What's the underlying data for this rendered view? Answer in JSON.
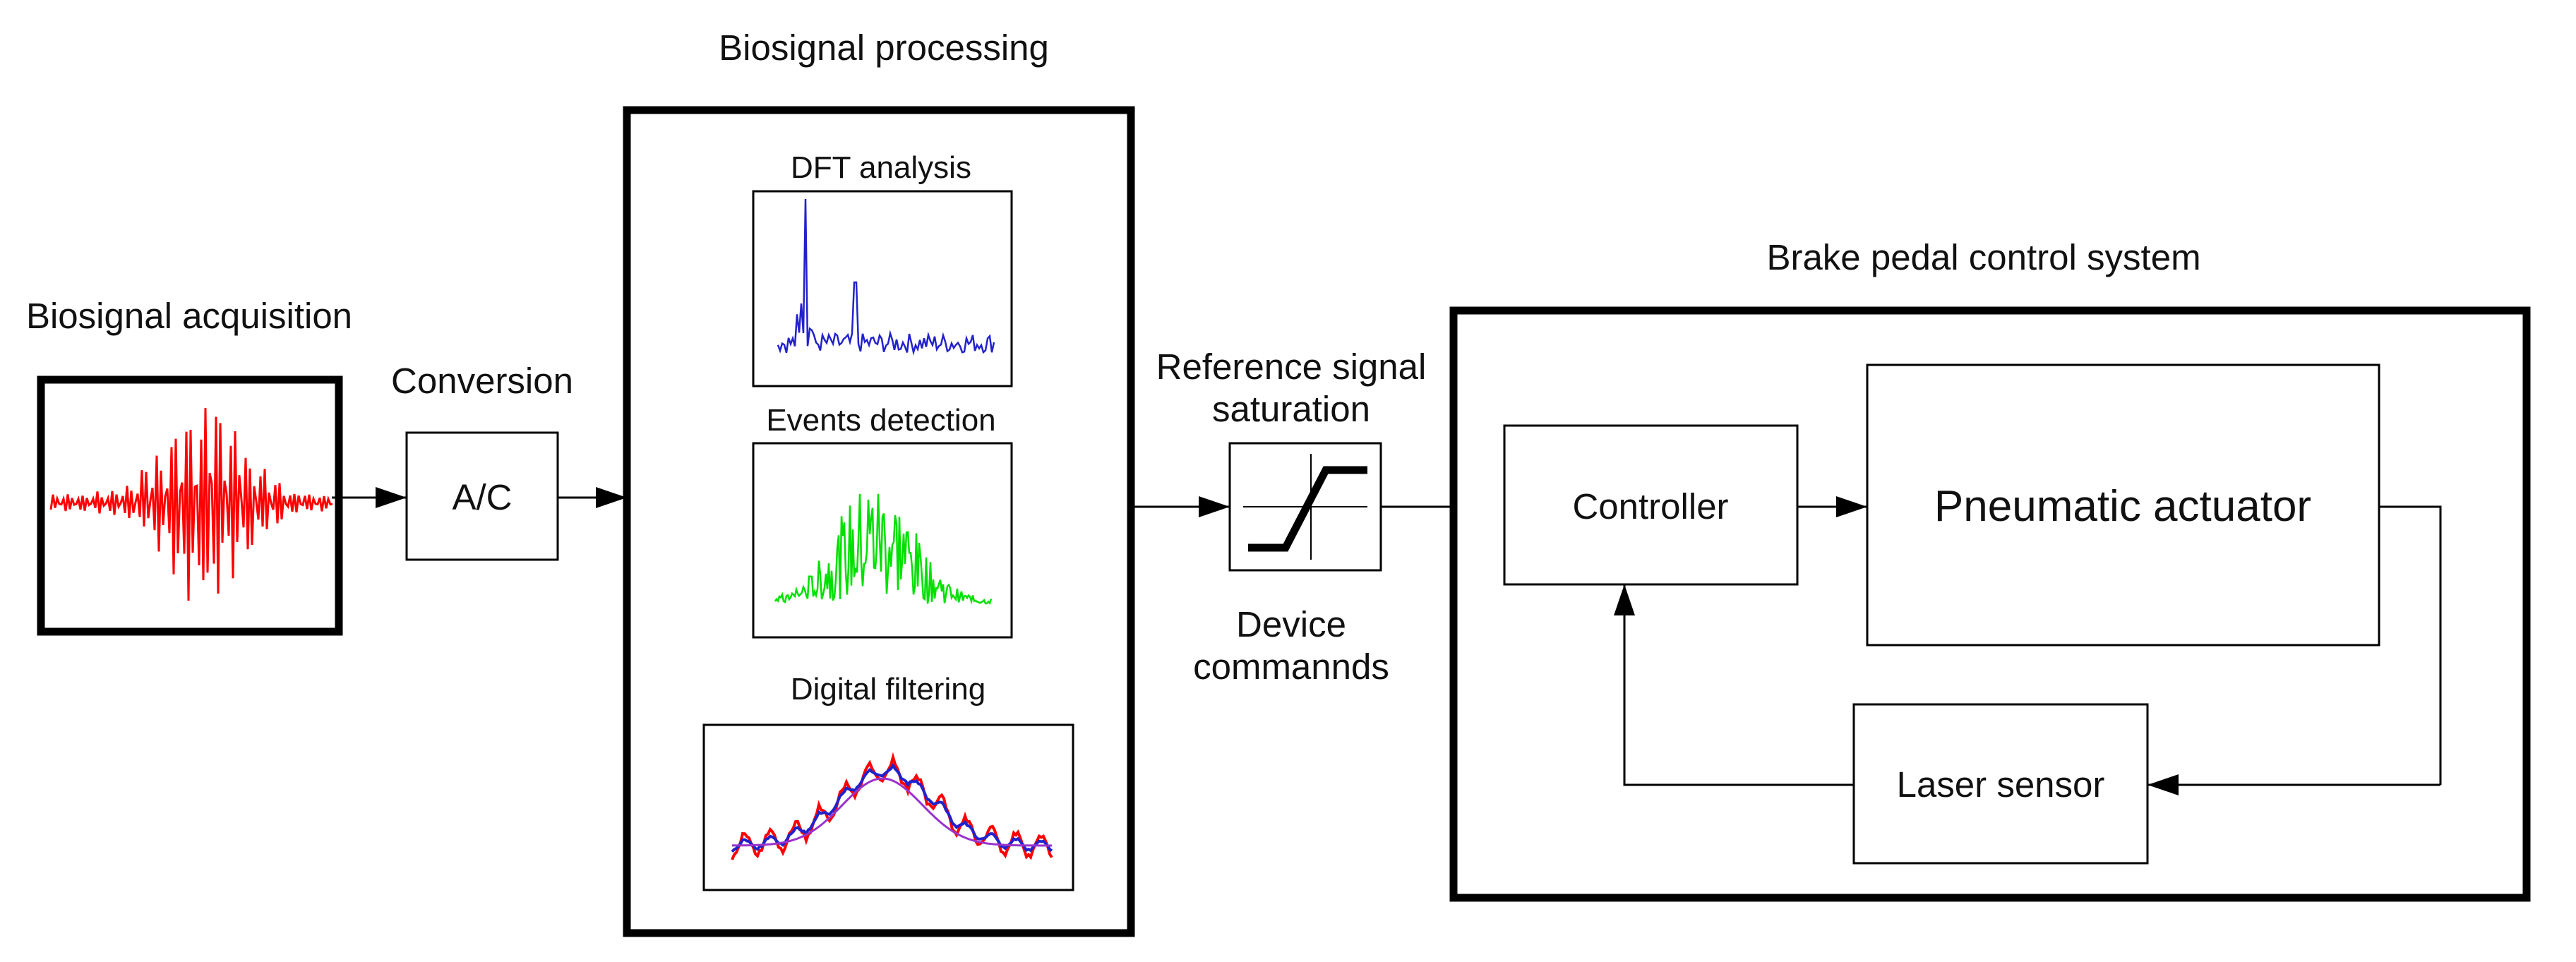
{
  "labels": {
    "acquisition": "Biosignal acquisition",
    "conversion": "Conversion",
    "ac_block": "A/C",
    "processing": "Biosignal processing",
    "dft": "DFT analysis",
    "events": "Events detection",
    "filtering": "Digital filtering",
    "saturation_line1": "Reference signal",
    "saturation_line2": "saturation",
    "device_line1": "Device",
    "device_line2": "commannds",
    "brake_system": "Brake pedal control system",
    "controller": "Controller",
    "actuator": "Pneumatic actuator",
    "laser": "Laser sensor"
  },
  "colors": {
    "emg_signal": "#ff0000",
    "dft_spectrum": "#2222cc",
    "events_signal": "#00e000",
    "filter_raw": "#ff0000",
    "filter_smooth": "#2222cc",
    "filter_envelope": "#9933cc",
    "stroke": "#000000"
  }
}
